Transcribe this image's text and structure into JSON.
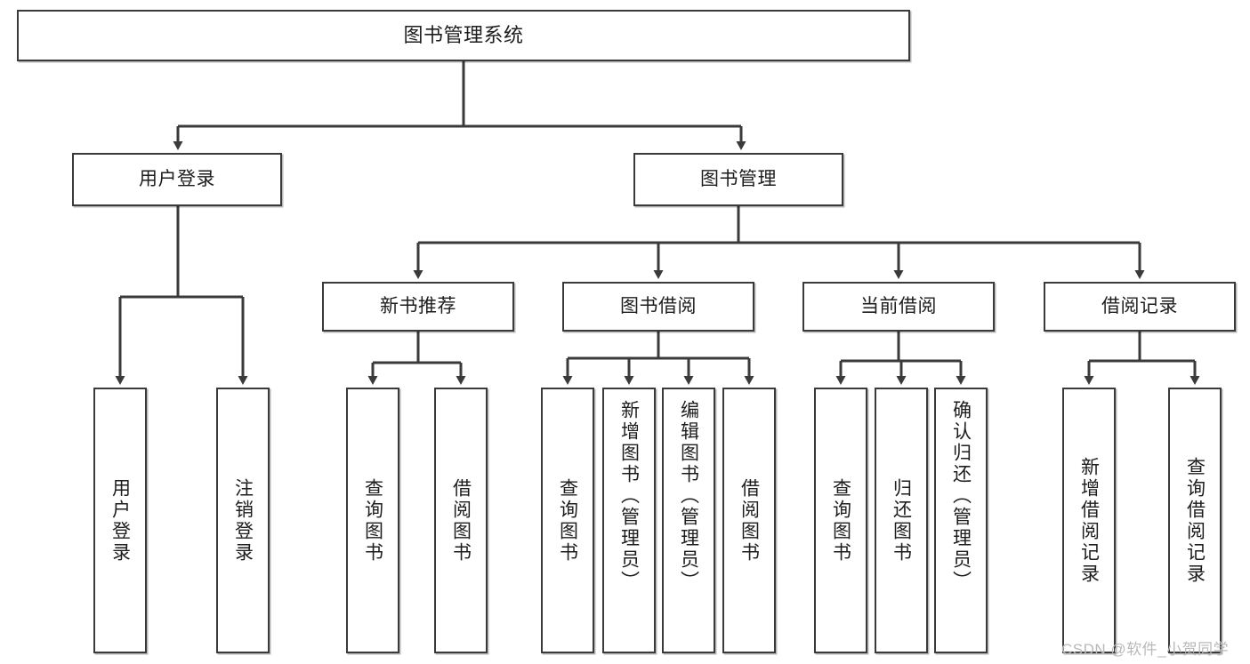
{
  "diagram": {
    "title": "图书管理系统",
    "type": "tree-hierarchy",
    "root": {
      "id": "root",
      "label": "图书管理系统"
    },
    "level2": [
      {
        "id": "user-login",
        "label": "用户登录"
      },
      {
        "id": "book-management",
        "label": "图书管理"
      }
    ],
    "level3": [
      {
        "id": "new-book-recommend",
        "label": "新书推荐",
        "parent": "book-management"
      },
      {
        "id": "book-borrow",
        "label": "图书借阅",
        "parent": "book-management"
      },
      {
        "id": "current-borrow",
        "label": "当前借阅",
        "parent": "book-management"
      },
      {
        "id": "borrow-record",
        "label": "借阅记录",
        "parent": "book-management"
      }
    ],
    "leaves": [
      {
        "id": "leaf-user-login",
        "label": "用户登录",
        "parent": "user-login"
      },
      {
        "id": "leaf-user-logout",
        "label": "注销登录",
        "parent": "user-login"
      },
      {
        "id": "leaf-query-book-1",
        "label": "查询图书",
        "parent": "new-book-recommend"
      },
      {
        "id": "leaf-borrow-book-1",
        "label": "借阅图书",
        "parent": "new-book-recommend"
      },
      {
        "id": "leaf-query-book-2",
        "label": "查询图书",
        "parent": "book-borrow"
      },
      {
        "id": "leaf-add-book",
        "label": "新增图书（管理员）",
        "parent": "book-borrow"
      },
      {
        "id": "leaf-edit-book",
        "label": "编辑图书（管理员）",
        "parent": "book-borrow"
      },
      {
        "id": "leaf-borrow-book-2",
        "label": "借阅图书",
        "parent": "book-borrow"
      },
      {
        "id": "leaf-query-book-3",
        "label": "查询图书",
        "parent": "current-borrow"
      },
      {
        "id": "leaf-return-book",
        "label": "归还图书",
        "parent": "current-borrow"
      },
      {
        "id": "leaf-confirm-return",
        "label": "确认归还（管理员）",
        "parent": "current-borrow"
      },
      {
        "id": "leaf-add-record",
        "label": "新增借阅记录",
        "parent": "borrow-record"
      },
      {
        "id": "leaf-query-record",
        "label": "查询借阅记录",
        "parent": "borrow-record"
      }
    ]
  },
  "watermark": {
    "text": "CSDN @软件_小贺同学"
  },
  "colors": {
    "border": "#3a3a3a",
    "text": "#1d1d1d",
    "background": "#ffffff",
    "watermark": "#b9b9b9"
  }
}
